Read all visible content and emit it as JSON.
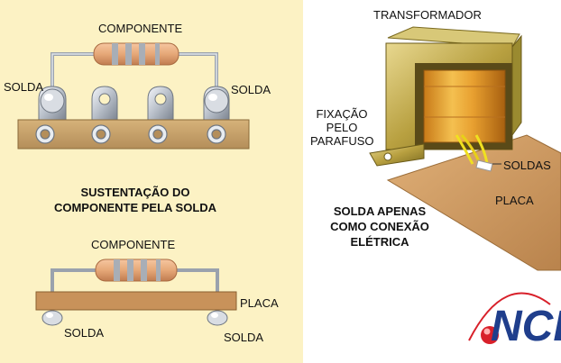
{
  "left_top": {
    "component_label": "COMPONENTE",
    "solder_left": "SOLDA",
    "solder_right": "SOLDA",
    "caption": "SUSTENTAÇÃO DO\nCOMPONENTE PELA SOLDA"
  },
  "left_bottom": {
    "component_label": "COMPONENTE",
    "board_label": "PLACA",
    "solder_left": "SOLDA",
    "solder_right": "SOLDA"
  },
  "right": {
    "transformer_label": "TRANSFORMADOR",
    "screw_label": "FIXAÇÃO\nPELO\nPARAFUSO",
    "solders_label": "SOLDAS",
    "board_label": "PLACA",
    "caption": "SOLDA APENAS\nCOMO CONEXÃO\nELÉTRICA"
  },
  "logo_text": "NCB",
  "colors": {
    "panel_bg": "#fcf2c4",
    "strip": "#c4a06a",
    "resistor_body": "#e6a878",
    "board": "#cf9a60",
    "logo_blue": "#1f3e8c",
    "logo_red": "#d8202a"
  }
}
